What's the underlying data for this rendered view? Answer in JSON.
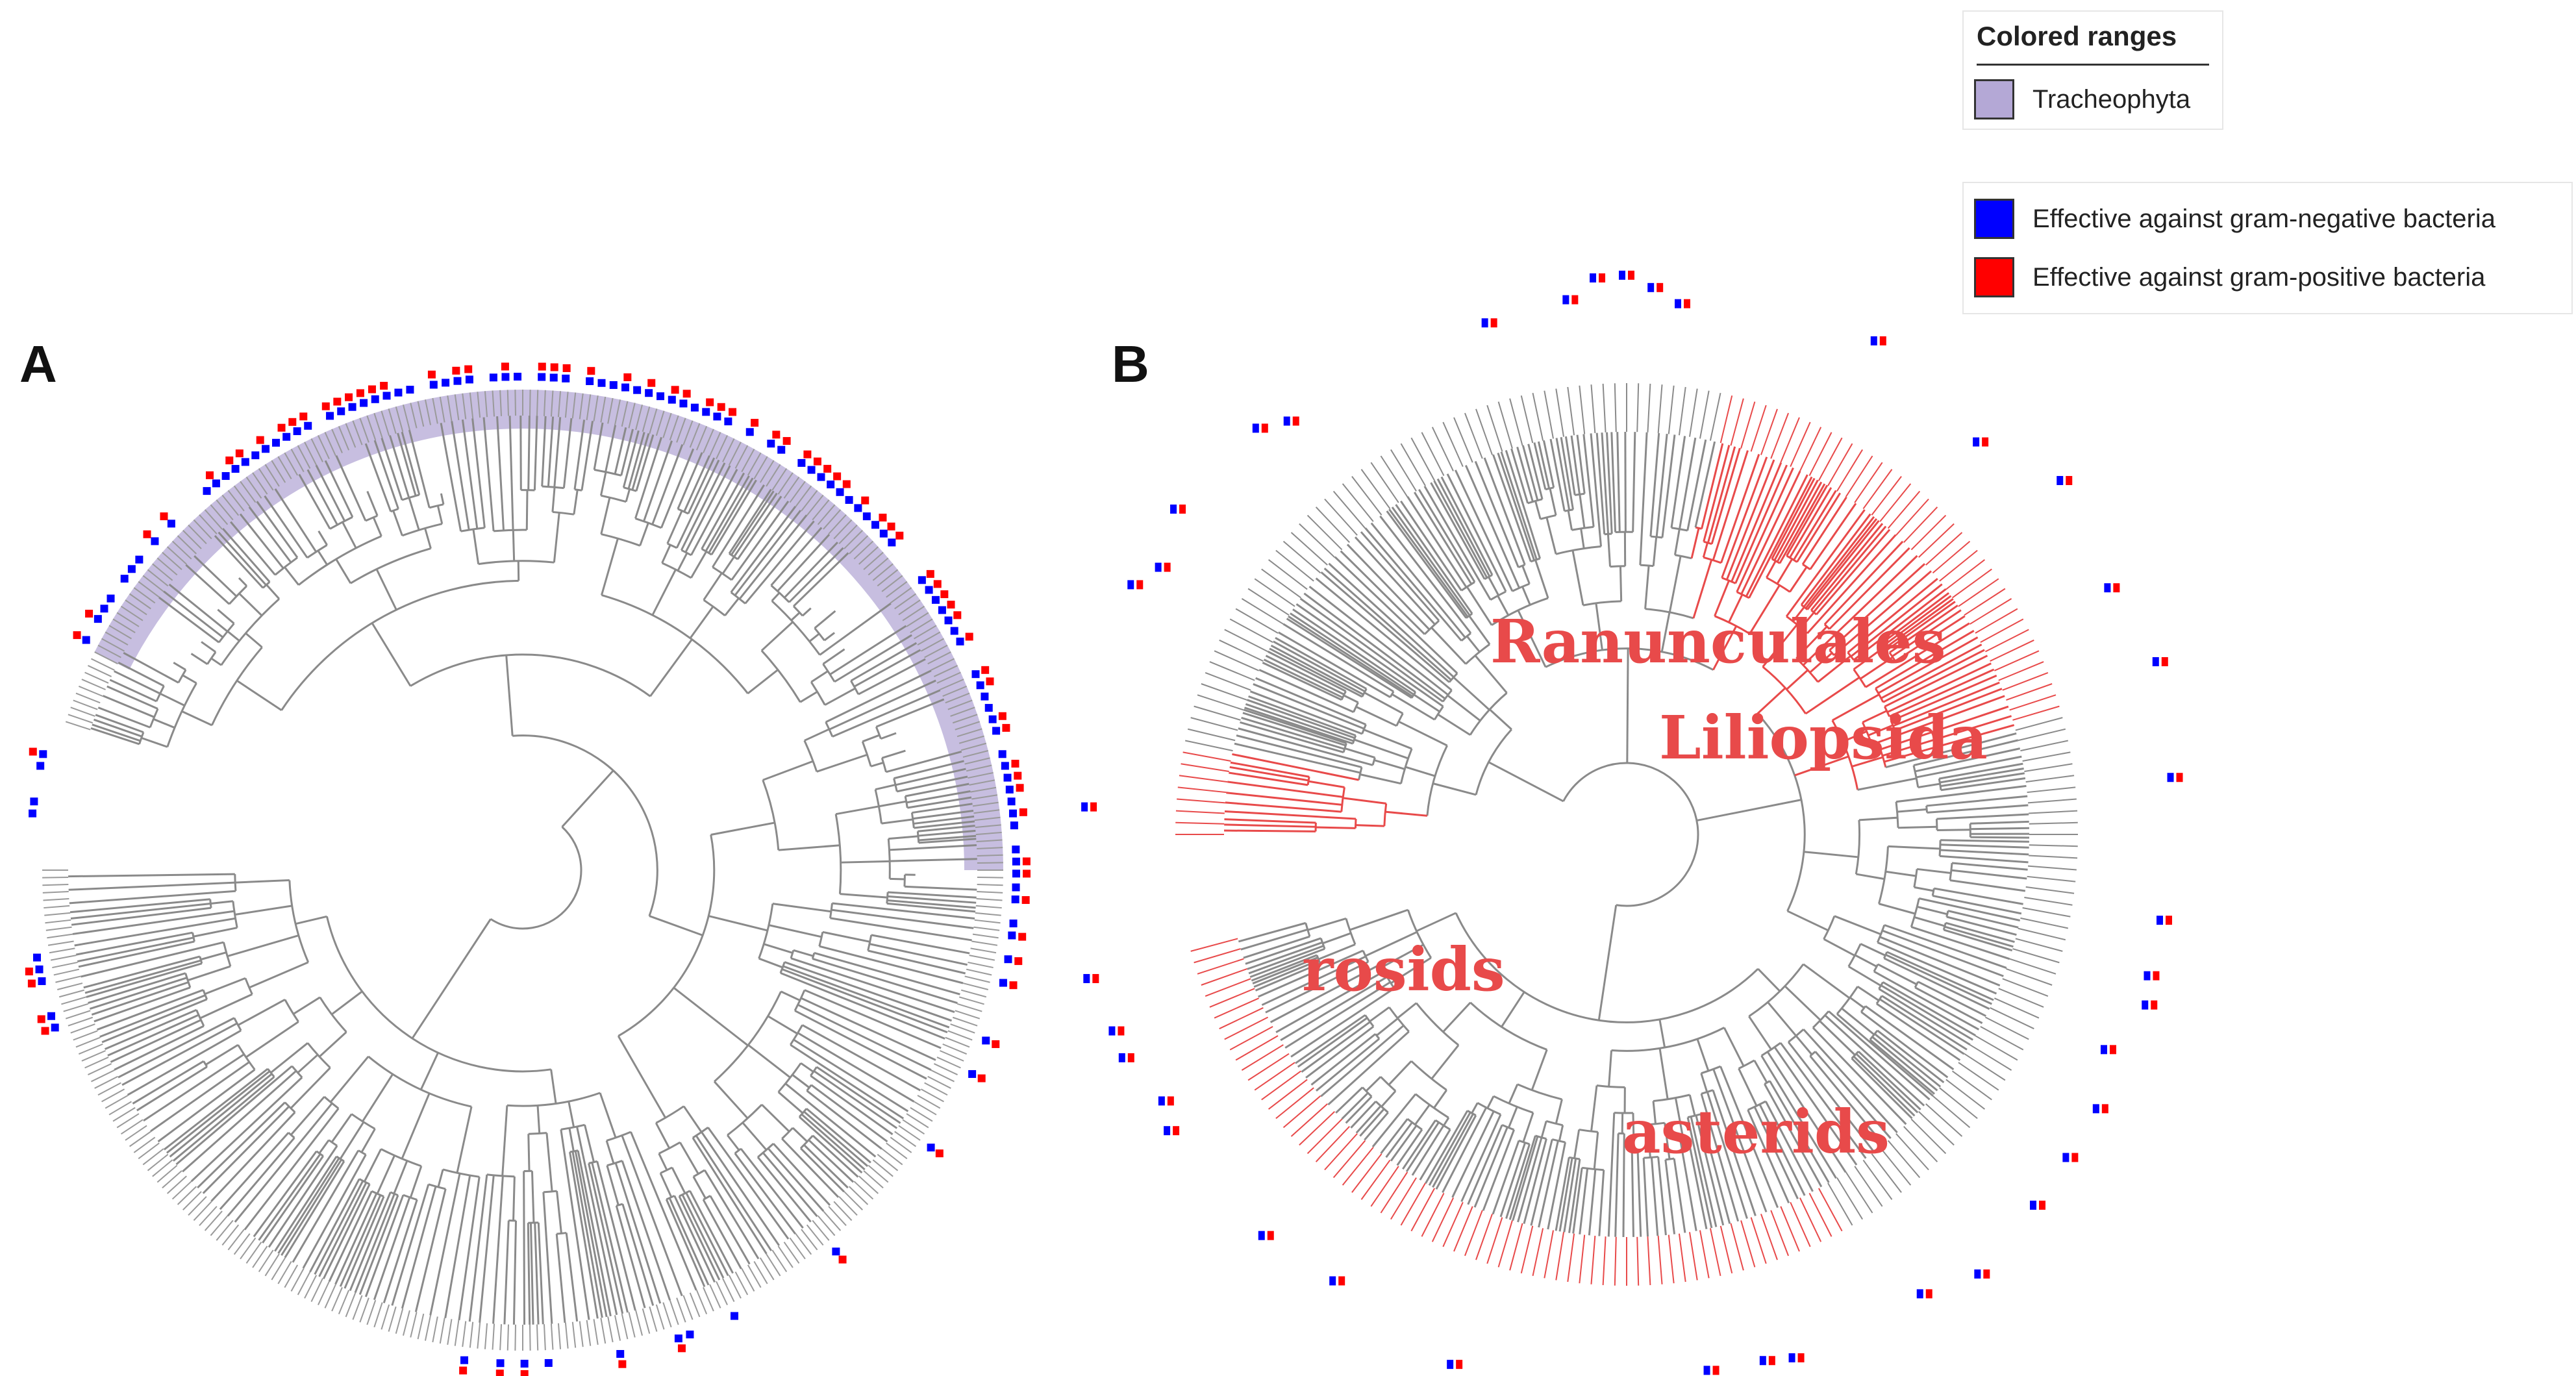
{
  "panels": {
    "a_letter": "A",
    "b_letter": "B"
  },
  "legend": {
    "ranges_title": "Colored ranges",
    "ranges_items": [
      {
        "label": "Tracheophyta",
        "color": "#b4a8d6"
      }
    ],
    "bacteria_items": [
      {
        "label": "Effective against gram-negative bacteria",
        "color": "#0000ff"
      },
      {
        "label": "Effective against gram-positive bacteria",
        "color": "#ff0000"
      }
    ]
  },
  "clades": {
    "ranunculales": "Ranunculales",
    "liliopsida": "Liliopsida",
    "rosids": "rosids",
    "asterids": "asterids"
  },
  "colors": {
    "branch": "#8a8a8a",
    "highlight_branch": "#e84a4a",
    "gram_negative": "#0000ff",
    "gram_positive": "#ff0000",
    "range_fill": "#b4a8d6"
  }
}
